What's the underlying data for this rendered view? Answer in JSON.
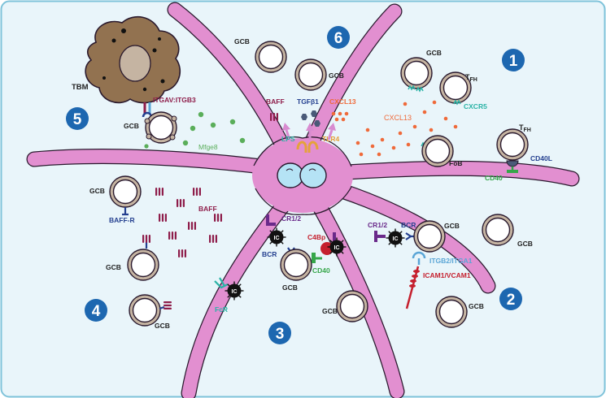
{
  "colors": {
    "background": "#e9f5fa",
    "border": "#7fc3da",
    "fdc_body": "#e28fd0",
    "fdc_outline": "#2a1a2e",
    "nucleus": "#b5e3f5",
    "cell_fill": "#c5b4a2",
    "cell_inner": "#ffffff",
    "number_circle": "#1d67b0",
    "tbm_fill": "#927250",
    "purple_receptor": "#6a2a8a",
    "dark_blue_receptor": "#233f8f",
    "green_receptor": "#36a64a",
    "teal_receptor": "#2ab3a6",
    "red_molecule": "#c5202e",
    "maroon_molecule": "#8e1d4a",
    "light_blue_receptor": "#5aa5d6",
    "orange_dots": "#ef6a3a",
    "green_dots": "#5aae5a",
    "pink_arrows": "#d88bd0",
    "yellow_receptor": "#e5a23b"
  },
  "numbers": [
    "1",
    "2",
    "3",
    "4",
    "5",
    "6"
  ],
  "labels": {
    "gcb": "GCB",
    "tbm": "TBM",
    "tfh": "T",
    "tfh_sub": "FH",
    "fob": "FoB",
    "baff": "BAFF",
    "tgfb1": "TGFβ1",
    "cxcl13": "CXCL13",
    "lps": "LPS",
    "tlr4": "TLR4",
    "cxcr5": "CXCR5",
    "cd40l": "CD40L",
    "cd40": "CD40",
    "itgav": "ITGAV:ITGB3",
    "mfge8": "Mfge8",
    "baffr": "BAFF-R",
    "cr12": "CR1/2",
    "bcr": "BCR",
    "c4bp": "C4Bp",
    "fcr": "FcR",
    "itgb2": "ITGB2/ITGA1",
    "icam": "ICAM1/VCAM1",
    "ic": "IC"
  }
}
